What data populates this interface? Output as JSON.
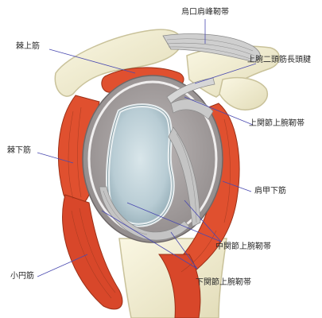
{
  "labels": {
    "coracoacromial_ligament": "烏口肩峰靭帯",
    "supraspinatus": "棘上筋",
    "long_head_biceps_tendon": "上腕二頭筋長頭腱",
    "superior_glenohumeral_ligament": "上関節上腕靭帯",
    "infraspinatus": "棘下筋",
    "subscapularis": "肩甲下筋",
    "middle_glenohumeral_ligament": "中関節上腕靭帯",
    "teres_minor": "小円筋",
    "inferior_glenohumeral_ligament": "下関節上腕靭帯"
  },
  "colors": {
    "muscle": "#e0502f",
    "muscle_dark": "#b33a1e",
    "bone": "#f3efd2",
    "bone_edge": "#c9c29a",
    "capsule": "#a29c9c",
    "cartilage": "#bcd0d8",
    "ligament": "#c9c9c9",
    "leader_line": "#4a4ab0"
  }
}
